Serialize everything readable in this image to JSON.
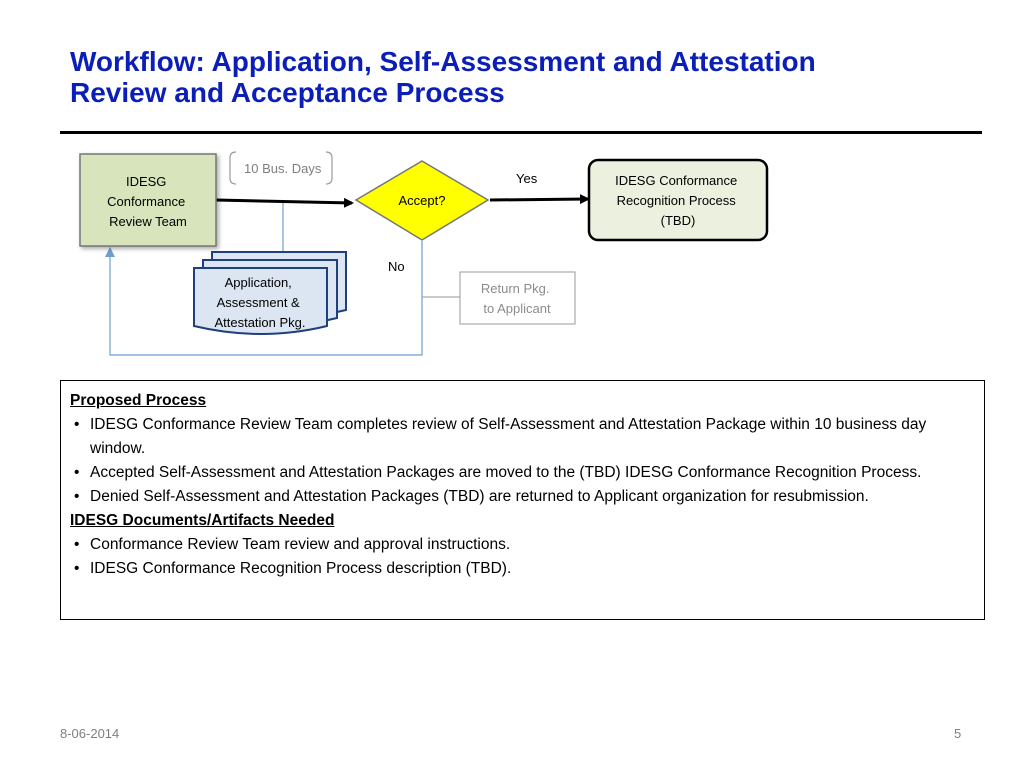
{
  "title": {
    "line1": "Workflow: Application, Self-Assessment and Attestation",
    "line2": "Review and Acceptance Process"
  },
  "diagram": {
    "review_team": [
      "IDESG",
      "Conformance",
      "Review Team"
    ],
    "duration_label": "10 Bus. Days",
    "decision": "Accept?",
    "yes_label": "Yes",
    "no_label": "No",
    "recognition": [
      "IDESG Conformance",
      "Recognition Process",
      "(TBD)"
    ],
    "package": [
      "Application,",
      "Assessment  &",
      "Attestation Pkg."
    ],
    "return_pkg": [
      "Return Pkg.",
      "to Applicant"
    ]
  },
  "notes": {
    "proposed_heading": "Proposed Process",
    "proposed_items": [
      "IDESG Conformance Review Team completes review of  Self-Assessment and Attestation Package within 10 business day window.",
      "Accepted Self-Assessment and Attestation Packages are moved to the (TBD) IDESG Conformance Recognition Process.",
      "Denied Self-Assessment and Attestation Packages (TBD) are returned to Applicant organization for resubmission."
    ],
    "docs_heading": "IDESG Documents/Artifacts Needed",
    "docs_items": [
      "Conformance Review Team review and approval instructions.",
      "IDESG Conformance Recognition Process description (TBD)."
    ]
  },
  "footer": {
    "date": "8-06-2014",
    "page": "5"
  },
  "colors": {
    "title": "#0b1fb8",
    "review_fill": "#d8e4bc",
    "decision_fill": "#ffff00",
    "recognition_fill": "#ebf1de",
    "package_fill": "#dce6f2",
    "package_border": "#1f3f7f",
    "connector": "#6f9fcf"
  }
}
